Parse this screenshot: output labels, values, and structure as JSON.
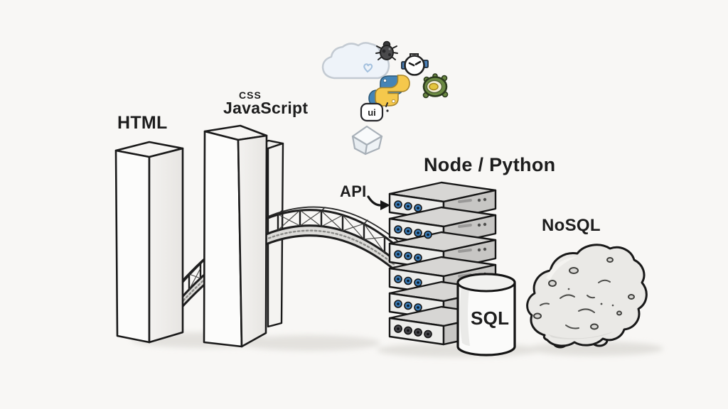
{
  "labels": {
    "html": "HTML",
    "css": "CSS",
    "javascript": "JavaScript",
    "node_python": "Node / Python",
    "api": "API",
    "sql": "SQL",
    "nosql": "NoSQL",
    "ui_icon_text": "ui"
  },
  "icons": [
    {
      "name": "cloud-heart-icon"
    },
    {
      "name": "bug-icon"
    },
    {
      "name": "robot-icon"
    },
    {
      "name": "turtle-icon"
    },
    {
      "name": "python-logo-icon"
    },
    {
      "name": "ui-chat-icon"
    },
    {
      "name": "cube-icon"
    },
    {
      "name": "api-arrow-icon"
    },
    {
      "name": "bridge-illustration"
    },
    {
      "name": "html-pillar"
    },
    {
      "name": "css-js-pillar"
    },
    {
      "name": "server-stack-illustration"
    },
    {
      "name": "sql-database-cylinder"
    },
    {
      "name": "nosql-boulder"
    }
  ],
  "colors": {
    "background": "#f8f7f5",
    "outline": "#1a1a1a",
    "text": "#1d1d1d",
    "pillar_face": "#fcfcfb",
    "pillar_side": "#edebe8",
    "server_top": "#d7d6d4",
    "server_front": "#ededeb",
    "server_side": "#c7c6c4",
    "led_blue": "#3a7cb8",
    "python_blue": "#4584b6",
    "python_yellow": "#f5c84c",
    "robot_blue": "#4a80b8",
    "turtle_green": "#6b8a42",
    "cloud_fill": "#eef3f9",
    "rock_fill": "#eae9e6"
  }
}
